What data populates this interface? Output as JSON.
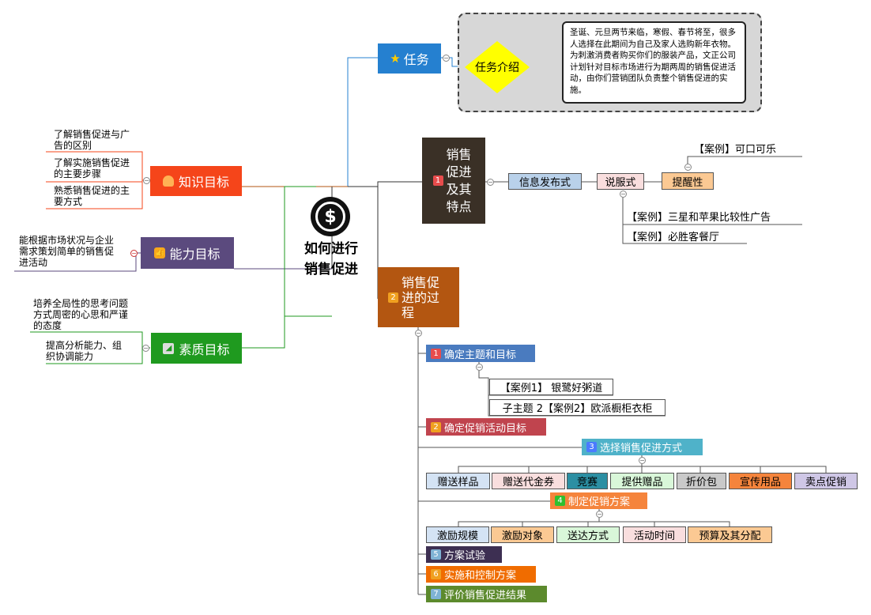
{
  "center": {
    "title": "如何进行销售促进",
    "icon": "dollar-coin-icon"
  },
  "task": {
    "label": "任务",
    "icon": "star-icon",
    "intro": "任务介绍",
    "text": "圣诞、元旦两节来临，寒假、春节将至，很多人选择在此期间为自己及家人选购新年衣物。为刺激消费者购买你们的服装产品，文正公司计划针对目标市场进行为期两周的销售促进活动，由你们营销团队负责整个销售促进的实施。"
  },
  "knowledge": {
    "label": "知识目标",
    "icon": "person-icon",
    "items": [
      "了解销售促进与广告的区别",
      "了解实施销售促进的主要步骤",
      "熟悉销售促进的主要方式"
    ]
  },
  "ability": {
    "label": "能力目标",
    "icon": "thumbs-up-icon",
    "items": [
      "能根据市场状况与企业需求策划简单的销售促进活动"
    ]
  },
  "quality": {
    "label": "素质目标",
    "icon": "chart-icon",
    "items": [
      "培养全局性的思考问题方式周密的心思和严谨的态度",
      "提高分析能力、组织协调能力"
    ]
  },
  "features": {
    "num": "1",
    "label": "销售促进及其特点",
    "flow": [
      "信息发布式",
      "说服式",
      "提醒性"
    ],
    "cases": [
      "【案例】可口可乐",
      "【案例】三星和苹果比较性广告",
      "【案例】必胜客餐厅"
    ]
  },
  "process": {
    "num": "2",
    "label": "销售促进的过程",
    "steps": [
      {
        "num": "1",
        "label": "确定主题和目标",
        "cases": [
          "【案例1】 银鹭好粥道",
          "子主题 2【案例2】欧派橱柜衣柜"
        ]
      },
      {
        "num": "2",
        "label": "确定促销活动目标"
      },
      {
        "num": "3",
        "label": "选择销售促进方式",
        "items": [
          "赠送样品",
          "赠送代金券",
          "竞赛",
          "提供赠品",
          "折价包",
          "宣传用品",
          "卖点促销"
        ]
      },
      {
        "num": "4",
        "label": "制定促销方案",
        "items": [
          "激励规模",
          "激励对象",
          "送达方式",
          "活动时间",
          "预算及其分配"
        ]
      },
      {
        "num": "5",
        "label": "方案试验"
      },
      {
        "num": "6",
        "label": "实施和控制方案"
      },
      {
        "num": "7",
        "label": "评价销售促进结果"
      }
    ]
  },
  "colors": {
    "knowledge": "#f5451a",
    "ability": "#5b4a7e",
    "quality": "#1f9a1f",
    "task": "#2580d0",
    "features": "#3a3026",
    "process": "#b35611"
  }
}
